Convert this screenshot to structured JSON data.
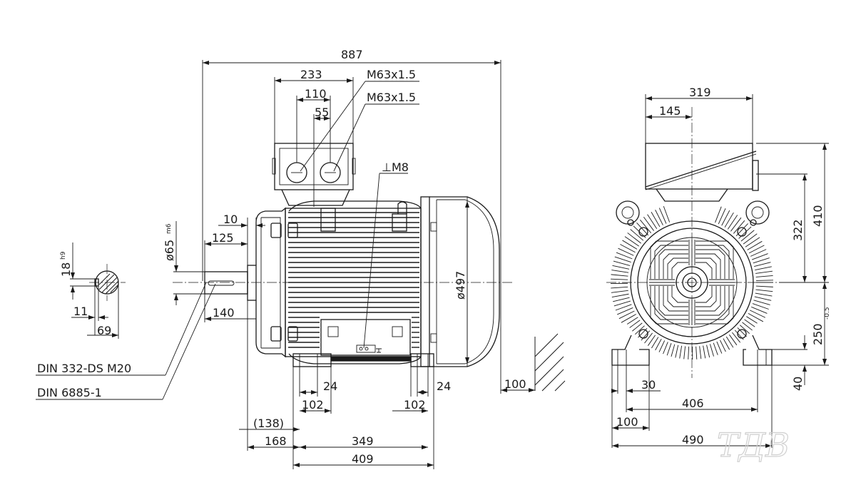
{
  "dims": {
    "overall_length": "887",
    "terminal_box_width": "233",
    "terminal_box_center_gap": "110",
    "terminal_box_offset": "55",
    "cable_gland_1": "M63x1.5",
    "cable_gland_2": "M63x1.5",
    "top_view_width": "319",
    "top_view_offset": "145",
    "lifting_thread": "M8",
    "flange_gap": "10",
    "shaft_length": "125",
    "shaft_diameter": "ø65",
    "shaft_diameter_tol": "m6",
    "shaft_collar": "140",
    "frame_diameter": "ø497",
    "key_height": "18",
    "key_height_tol": "h9",
    "key_width": "11",
    "key_depth": "69",
    "std_center_hole": "DIN 332-DS M20",
    "std_key": "DIN 6885-1",
    "foot_left_24": "24",
    "foot_right_24": "24",
    "foot_left_102": "102",
    "foot_right_102": "102",
    "ref_138": "(138)",
    "shaft_to_foot": "168",
    "foot_spacing": "349",
    "foot_total": "409",
    "clearance": "100",
    "shaft_height_to_box": "322",
    "total_height": "410",
    "shaft_height": "250",
    "shaft_height_tol": "-0.5",
    "foot_height": "40",
    "foot_hole_offset": "30",
    "foot_hole_spacing": "406",
    "foot_edge": "100",
    "overall_width": "490"
  },
  "watermark": "ТДВ"
}
